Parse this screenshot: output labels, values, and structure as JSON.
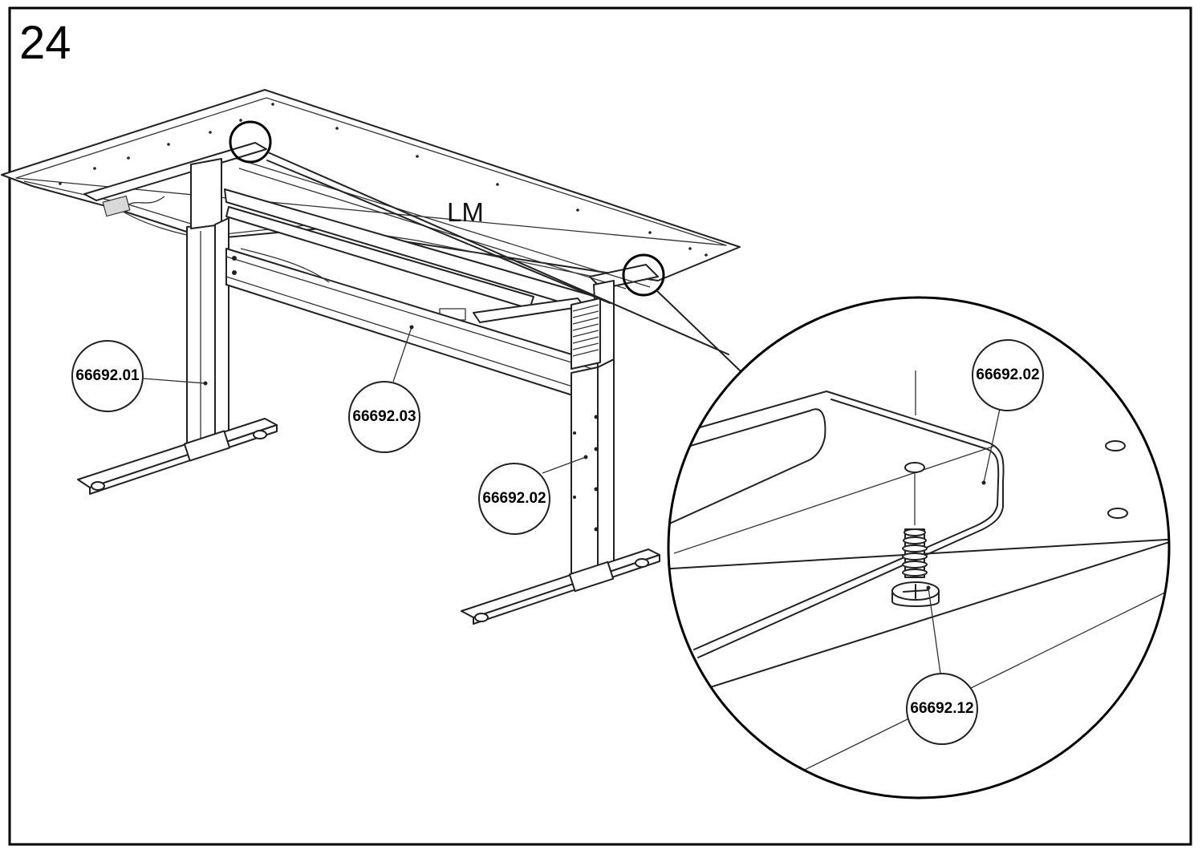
{
  "step": {
    "number": "24"
  },
  "overview_label": "LM",
  "callouts": {
    "left_leg": "66692.01",
    "crossbar": "66692.03",
    "right_leg": "66692.02",
    "detail_bracket": "66692.02",
    "detail_screw": "66692.12"
  }
}
